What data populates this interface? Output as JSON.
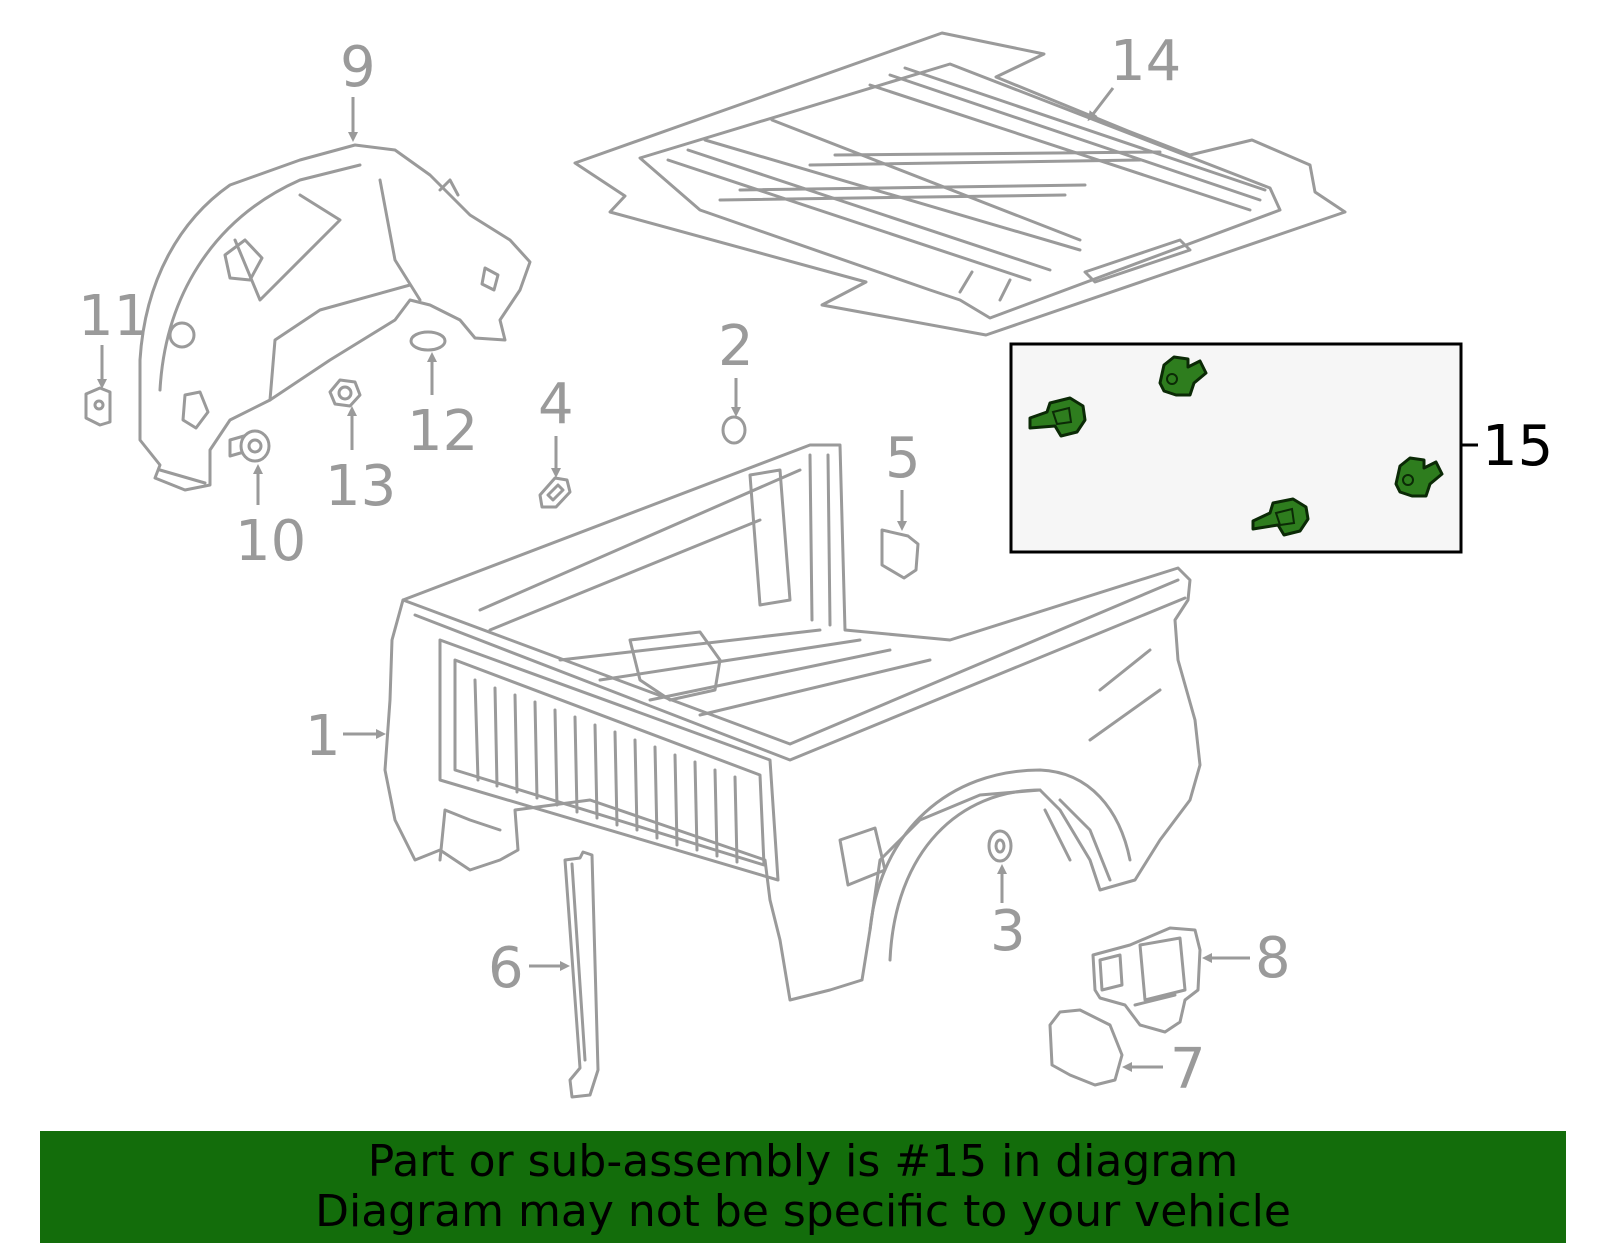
{
  "callouts": {
    "c1": "1",
    "c2": "2",
    "c3": "3",
    "c4": "4",
    "c5": "5",
    "c6": "6",
    "c7": "7",
    "c8": "8",
    "c9": "9",
    "c10": "10",
    "c11": "11",
    "c12": "12",
    "c13": "13",
    "c14": "14",
    "c15": "15"
  },
  "highlight": {
    "part": "15",
    "color": "#2e7d1e"
  },
  "banner": {
    "line1": "Part or sub-assembly is #15 in diagram",
    "line2": "Diagram may not be specific to your vehicle",
    "color": "#136d0b"
  }
}
